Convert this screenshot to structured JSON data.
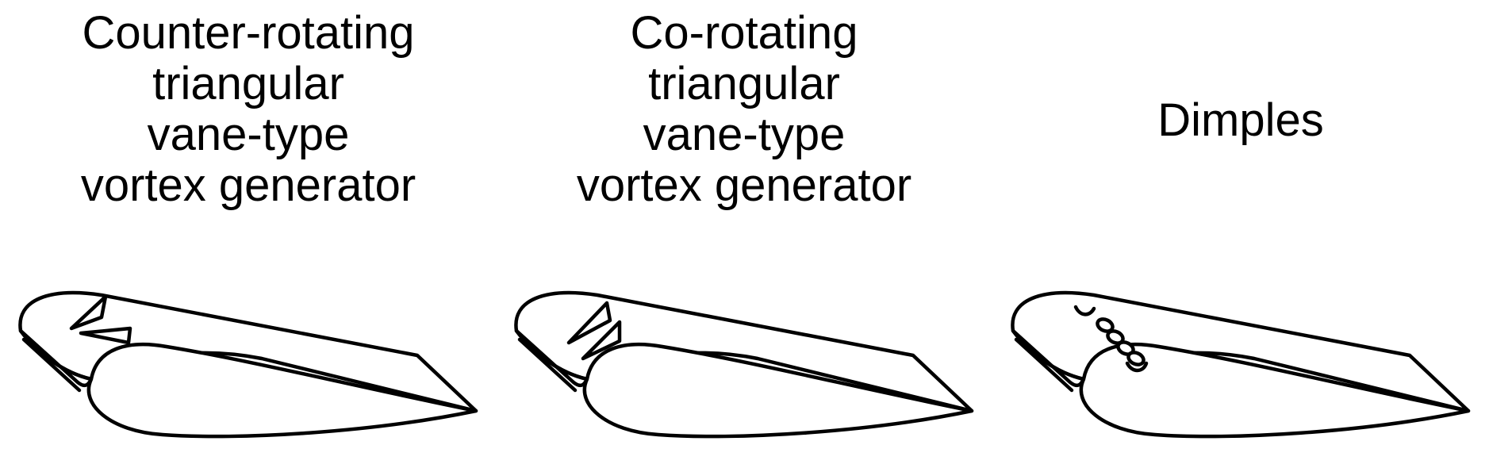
{
  "figure": {
    "panels": [
      {
        "id": "counter-rotating",
        "label": "Counter-rotating\ntriangular\nvane-type\nvortex generator",
        "device": "counter-rotating-vane-pair-icon"
      },
      {
        "id": "co-rotating",
        "label": "Co-rotating\ntriangular\nvane-type\nvortex generator",
        "device": "co-rotating-vane-pair-icon"
      },
      {
        "id": "dimples",
        "label": "Dimples",
        "device": "dimples-icon"
      }
    ],
    "colors": {
      "stroke": "#000000",
      "background": "#ffffff"
    }
  }
}
